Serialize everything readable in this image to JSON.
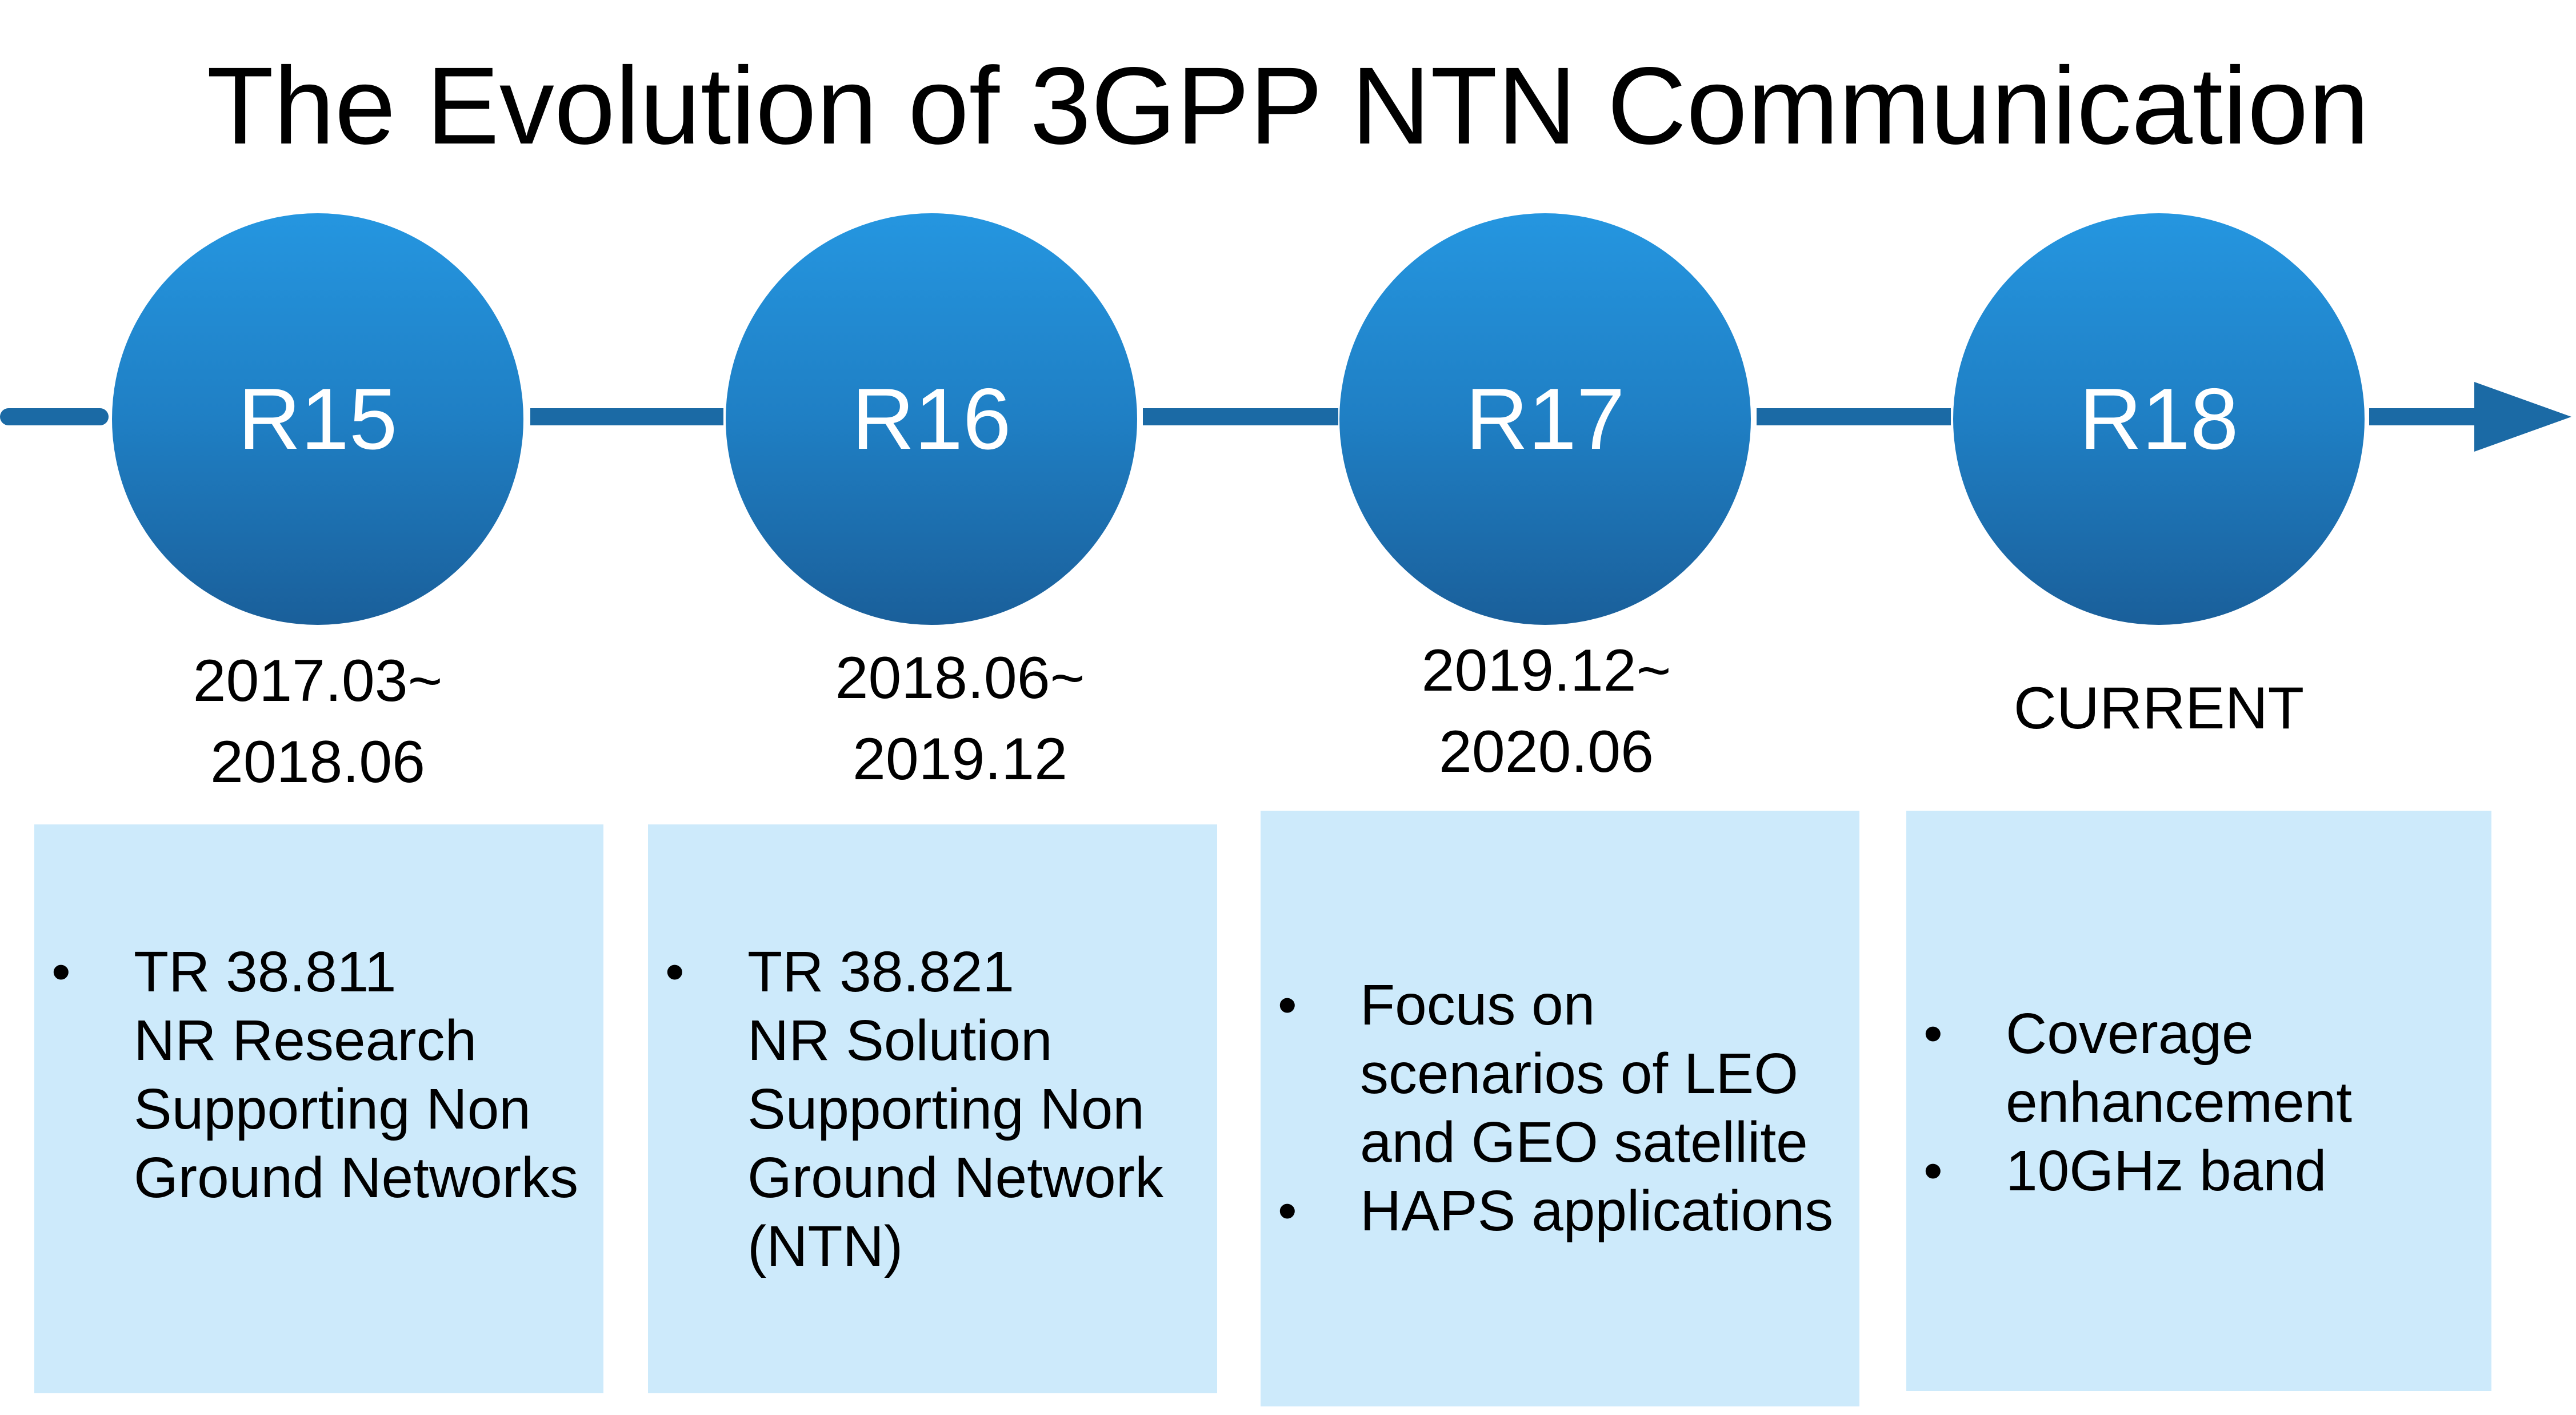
{
  "title": "The Evolution of 3GPP NTN Communication",
  "colors": {
    "timeline": "#1b6aa5",
    "circle_top": "#2596e0",
    "circle_bottom": "#1a5f9a",
    "box_fill": "#cdeafb"
  },
  "icons": {
    "arrow": "arrow-right-icon",
    "bullet": "bullet-dot-icon"
  },
  "releases": [
    {
      "label": "R15",
      "date_lines": [
        "2017.03~",
        "2018.06"
      ],
      "bullets": [
        {
          "lines": [
            "TR 38.811",
            "NR Research",
            "Supporting Non",
            "Ground Networks"
          ]
        }
      ]
    },
    {
      "label": "R16",
      "date_lines": [
        "2018.06~",
        "2019.12"
      ],
      "bullets": [
        {
          "lines": [
            "TR 38.821",
            "NR Solution",
            "Supporting Non",
            "Ground Network",
            "(NTN)"
          ]
        }
      ]
    },
    {
      "label": "R17",
      "date_lines": [
        "2019.12~",
        "2020.06"
      ],
      "bullets": [
        {
          "lines": [
            "Focus on",
            "scenarios of LEO",
            "and GEO satellite"
          ]
        },
        {
          "lines": [
            "HAPS applications"
          ]
        }
      ]
    },
    {
      "label": "R18",
      "date_lines": [
        "CURRENT"
      ],
      "bullets": [
        {
          "lines": [
            "Coverage",
            "enhancement"
          ]
        },
        {
          "lines": [
            "10GHz band"
          ]
        }
      ]
    }
  ]
}
